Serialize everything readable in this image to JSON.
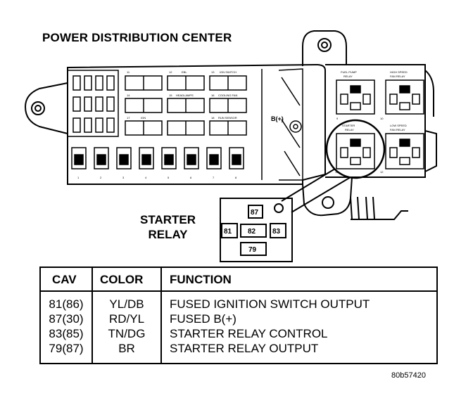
{
  "title": "POWER DISTRIBUTION CENTER",
  "callout": {
    "line1": "STARTER",
    "line2": "RELAY"
  },
  "panel": {
    "bplus_label": "B(+)",
    "fuse_numbers": [
      "11",
      "12",
      "13",
      "14",
      "15",
      "16",
      "17",
      "18"
    ],
    "fuse_labels": [
      "EBL",
      "IGN SWITCH",
      "HEADLAMPS",
      "COOLING FAN",
      "IGN",
      "RUN SENSOR"
    ],
    "relays": {
      "fuel_pump": {
        "line1": "FUEL PUMP",
        "line2": "RELAY"
      },
      "high_speed_fan": {
        "line1": "HIGH SPEED",
        "line2": "FAN RELAY"
      },
      "starter": {
        "line1": "STARTER",
        "line2": "RELAY"
      },
      "low_speed_fan": {
        "line1": "LOW SPEED",
        "line2": "FAN RELAY"
      },
      "numbers": [
        "9",
        "10",
        "11",
        "12"
      ]
    },
    "bottom_numbers": [
      "1",
      "2",
      "3",
      "4",
      "5",
      "6",
      "7",
      "8"
    ]
  },
  "detail_pins": {
    "top": "87",
    "left": "81",
    "center": "82",
    "right": "83",
    "bottom": "79"
  },
  "table": {
    "headers": {
      "cav": "CAV",
      "color": "COLOR",
      "function": "FUNCTION"
    },
    "rows": [
      {
        "cav": "81(86)",
        "color": "YL/DB",
        "function": "FUSED IGNITION SWITCH OUTPUT"
      },
      {
        "cav": "87(30)",
        "color": "RD/YL",
        "function": "FUSED B(+)"
      },
      {
        "cav": "83(85)",
        "color": "TN/DG",
        "function": "STARTER RELAY CONTROL"
      },
      {
        "cav": "79(87)",
        "color": "BR",
        "function": "STARTER RELAY OUTPUT"
      }
    ]
  },
  "figure_id": "80b57420"
}
